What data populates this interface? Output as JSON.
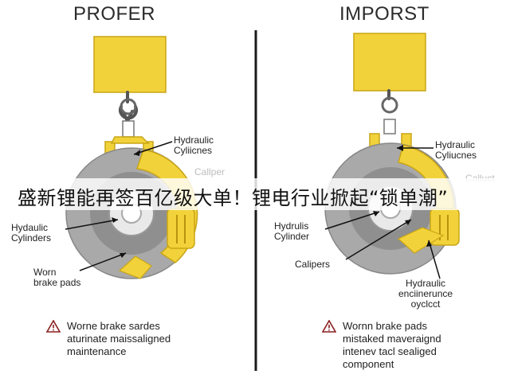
{
  "left_panel": {
    "title": "PROFER",
    "labels": {
      "hydraulic_top": "Hydraulic\nCyliicnes",
      "caliper_faded": "Callper",
      "hydraulic_side": "Hydaulic\nCylinders",
      "worn_pads": "Worn\nbrake pads"
    },
    "note": "Worne brake sardes\naturinate maissaligned\nmaintenance"
  },
  "right_panel": {
    "title": "IMPORST",
    "labels": {
      "hydraulic_top": "Hydraulic\nCyliucnes",
      "caliper_faded": "Calluct",
      "hydrulis": "Hydrulis\nCylinder",
      "calipers": "Calipers",
      "hydraulic_bottom": "Hydraulic\nenciinerunce\noyclcct"
    },
    "note": "Wornn brake pads\nmistaked maveraignd\nintenev tacl sealiged\ncomponent"
  },
  "banner": {
    "text": "盛新锂能再签百亿级大单！锂电行业掀起“锁单潮”"
  },
  "colors": {
    "yellow": "#f2d23a",
    "yellow_dark": "#c9a515",
    "disc_grey": "#a9a9a9",
    "divider": "#1a1a1a"
  }
}
